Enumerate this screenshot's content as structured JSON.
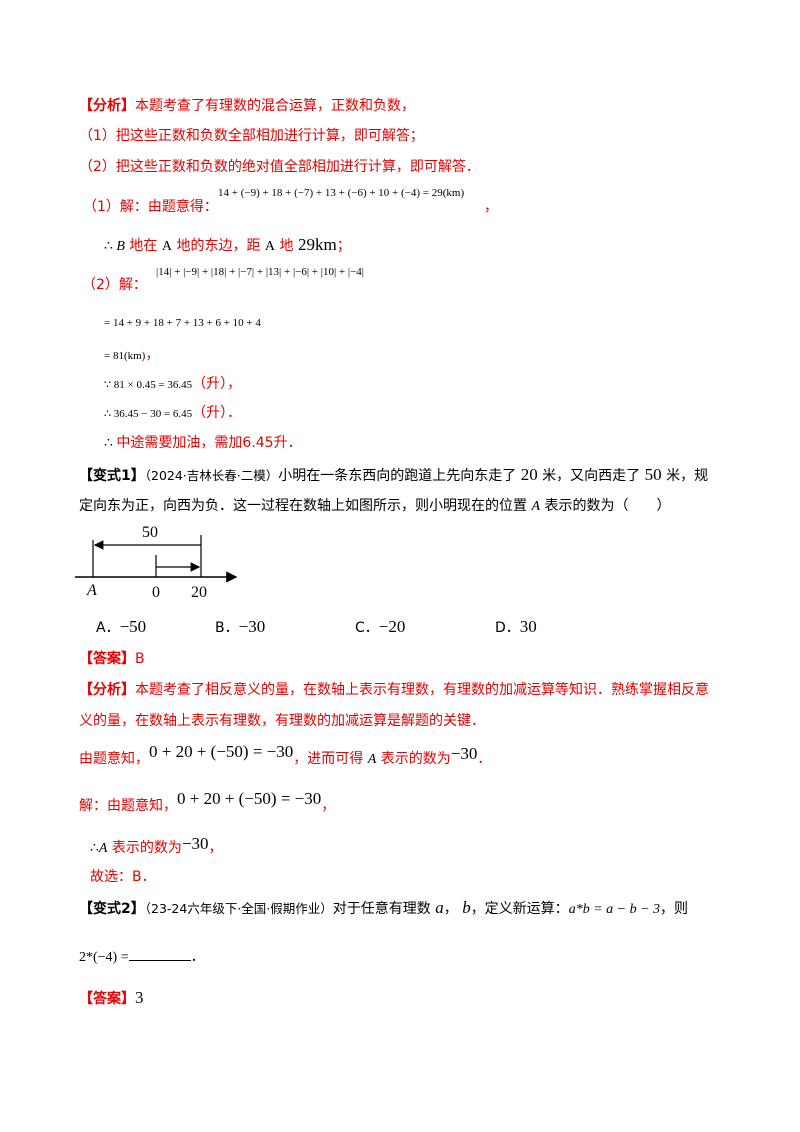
{
  "sol1": {
    "analysis_tag": "【分析】",
    "analysis": "本题考查了有理数的混合运算，正数和负数，",
    "point1": "（1）把这些正数和负数全部相加进行计算，即可解答；",
    "point2": "（2）把这些正数和负数的绝对值全部相加进行计算，即可解答．",
    "part1_label": "（1）解：由题意得：",
    "part1_expr": "14 + (−9) + 18 + (−7) + 13 + (−6) + 10 + (−4) = 29(km)",
    "part1_comma": "，",
    "part1_concl_pre": "∴ ",
    "part1_concl_B": "B",
    "part1_concl_mid": " 地在 ",
    "part1_concl_A": "A",
    "part1_concl_mid2": " 地的东边，距 ",
    "part1_concl_A2": "A",
    "part1_concl_mid3": " 地 ",
    "part1_concl_dist": "29km",
    "part1_concl_end": "；",
    "part2_expr": "|14| + |−9| + |18| + |−7| + |13| + |−6| + |10| + |−4|",
    "part2_label": "（2）解：",
    "part2_line2": "= 14 + 9 + 18 + 7 + 13 + 6 + 10 + 4",
    "part2_line3": "= 81(km)",
    "part2_line3_end": "，",
    "part2_line4": "∵ 81 × 0.45 = 36.45",
    "part2_line4_unit": "（升）",
    "part2_line4_end": "，",
    "part2_line5": "∴ 36.45 − 30 = 6.45",
    "part2_line5_unit": "（升）",
    "part2_line5_end": "．",
    "part2_line6_sym": "∴ ",
    "part2_line6": "中途需要加油，需加6.45升．"
  },
  "q1": {
    "tag": "【变式1】",
    "source": "（2024·吉林长春·二模）",
    "text_a": "小明在一条东西向的跑道上先向东走了 ",
    "num20": "20",
    "text_b": " 米，又向西走了 ",
    "num50": "50",
    "text_c": " 米，规",
    "text_line2_a": "定向东为正，向西为负．这一过程在数轴上如图所示，则小明现在的位置 ",
    "var_A": "A",
    "text_line2_b": " 表示的数为（　　）",
    "figure": {
      "label_50": "50",
      "label_A": "A",
      "label_0": "0",
      "label_20": "20"
    },
    "options": [
      {
        "key": "A．",
        "value": "−50"
      },
      {
        "key": "B．",
        "value": "−30"
      },
      {
        "key": "C．",
        "value": "−20"
      },
      {
        "key": "D．",
        "value": "30"
      }
    ],
    "answer_tag": "【答案】",
    "answer": "B",
    "analysis_tag": "【分析】",
    "analysis_1": "本题考查了相反意义的量，在数轴上表示有理数，有理数的加减运算等知识．熟练掌握相反意",
    "analysis_2": "义的量，在数轴上表示有理数，有理数的加减运算是解题的关键．",
    "hint_pre": "由题意知，",
    "hint_expr": "0 + 20 + (−50) = −30",
    "hint_mid": "，进而可得 ",
    "hint_A": "A",
    "hint_mid2": " 表示的数为",
    "hint_val": "−30",
    "hint_end": "．",
    "sol_pre": "解：由题意知，",
    "sol_expr": "0 + 20 + (−50) = −30",
    "sol_end": "，",
    "sol2_pre": "∴",
    "sol2_A": "A",
    "sol2_mid": " 表示的数为",
    "sol2_val": "−30",
    "sol2_end": "，",
    "sol3": "故选：B．"
  },
  "q2": {
    "tag": "【变式2】",
    "source": "（23-24六年级下·全国·假期作业）",
    "text_a": "对于任意有理数 ",
    "var_a": "a",
    "sep": "， ",
    "var_b": "b",
    "text_b": "，定义新运算：",
    "def": "a*b = a − b − 3",
    "text_c": "，则",
    "expr": "2*(−4) =",
    "end": "．",
    "answer_tag": "【答案】",
    "answer": "3"
  }
}
